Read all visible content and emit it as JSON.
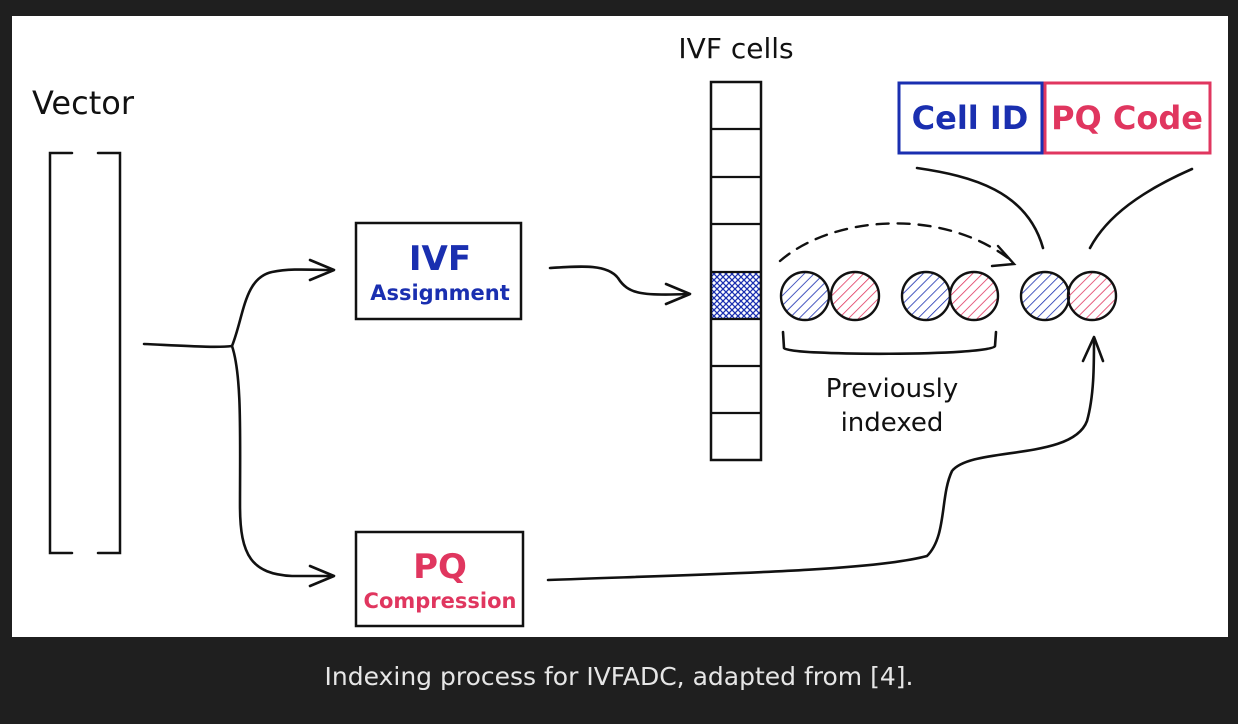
{
  "diagram": {
    "vector_label": "Vector",
    "ivf_cells_label": "IVF cells",
    "ivf_box": {
      "title": "IVF",
      "subtitle": "Assignment"
    },
    "pq_box": {
      "title": "PQ",
      "subtitle": "Compression"
    },
    "code_header": {
      "cell_id": "Cell ID",
      "pq_code": "PQ Code"
    },
    "previously_indexed": [
      "Previously",
      "indexed"
    ],
    "colors": {
      "blue": "#1a2fb0",
      "pink": "#e0365f",
      "ink": "#111111"
    }
  },
  "caption": "Indexing process for IVFADC, adapted from [4]."
}
